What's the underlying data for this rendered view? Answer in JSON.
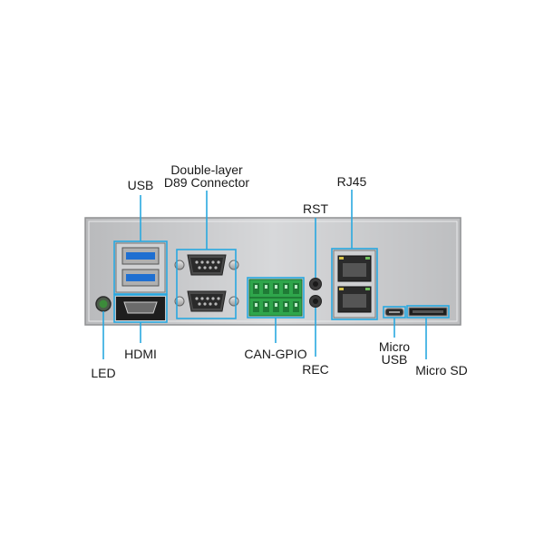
{
  "colors": {
    "callout": "#29a8e0",
    "panel": "#c9cacb",
    "panel_edge": "#8f9092",
    "usb_blue": "#1f6fd1",
    "terminal_green": "#2fa64b",
    "led_green": "#3c8c3a"
  },
  "labels": {
    "usb": "USB",
    "d89_line1": "Double-layer",
    "d89_line2": "D89 Connector",
    "rst": "RST",
    "rj45": "RJ45",
    "led": "LED",
    "hdmi": "HDMI",
    "can_gpio": "CAN-GPIO",
    "rec": "REC",
    "micro_usb_line1": "Micro",
    "micro_usb_line2": "USB",
    "micro_sd": "Micro SD"
  }
}
